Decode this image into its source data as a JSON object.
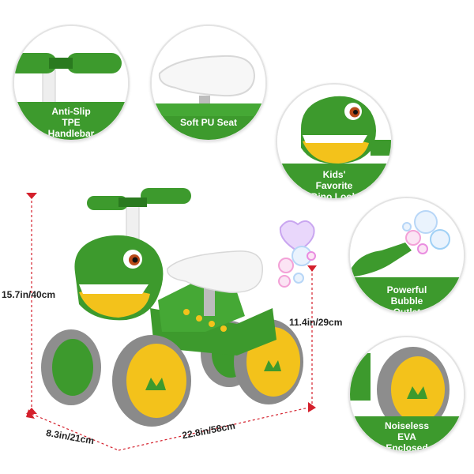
{
  "callouts": {
    "handlebar": "Anti-Slip TPE\nHandlebar",
    "seat": "Soft PU Seat",
    "dino": "Kids' Favorite\nDino Look",
    "bubble": "Powerful Bubble\nOutlet",
    "wheels": "Noiseless EVA\nEnclosed Wheels"
  },
  "dimensions": {
    "height": "15.7in/40cm",
    "seat_height": "11.4in/29cm",
    "width": "8.3in/21cm",
    "length": "22.8in/58cm"
  },
  "colors": {
    "green": "#3d9a2d",
    "dark_green": "#2a7a1f",
    "yellow": "#f3c21b",
    "grey": "#9b9b9b",
    "red": "#d4202c",
    "white": "#ffffff"
  }
}
